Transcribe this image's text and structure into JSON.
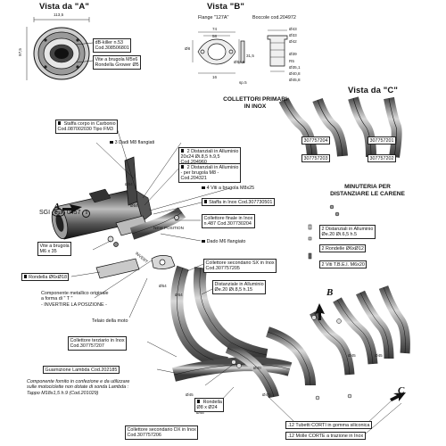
{
  "views": {
    "a_title": "Vista da \"A\"",
    "b_title": "Vista \"B\"",
    "c_title": "Vista da \"C\""
  },
  "view_a": {
    "dim_width": "113,5",
    "dim_height": "97,5",
    "dbkiller": [
      "dB-killer n.53",
      "Cod.308506801"
    ],
    "screw": [
      "Vite a brugola M5x6",
      "Rondella Grower Ø5"
    ]
  },
  "view_b": {
    "flange": "Flange \"127A\"",
    "bush": "Boccole cod.204972",
    "dims": [
      "74",
      "58",
      "16",
      "Ø8",
      "Ø54,5",
      "31,5",
      "sp.5",
      "Ø43",
      "Ø33",
      "Ø42",
      "Ø39",
      "R5",
      "Ø35,1",
      "Ø40,8",
      "Ø45,8"
    ]
  },
  "collectors_head": [
    "COLLETTORI PRIMARI",
    "IN INOX"
  ],
  "collector_codes": [
    "307757204",
    "307757201",
    "307757203",
    "307757202"
  ],
  "minuteria": {
    "head": [
      "MINUTERIA PER",
      "DISTANZIARE LE CARENE"
    ],
    "items": [
      [
        "2 Distanziali in Alluminio",
        "Øe.20  Øi.6,5  h.5"
      ],
      [
        "2 Rondelle Ø6xØ12"
      ],
      [
        "2 Viti T.B.E.I. M6x20"
      ]
    ]
  },
  "labels": {
    "bracket": [
      "Staffa corpo in Carbonio",
      "Cod.087002030  Tipo FM3"
    ],
    "nuts": "3 Dadi M8 flangiati",
    "spacers1": [
      "2 Distanziali in Alluminio",
      "20x24  Øi.8,5  h.9,5",
      "Cod.204960"
    ],
    "spacers2": [
      "2 Distanziali in Alluminio",
      "- per brugola M8 -",
      "Cod.204321"
    ],
    "screws4": "4 Viti a brugola M8x25",
    "steel_bracket": "Staffa in Inox  Cod.307730501",
    "final_collector": [
      "Collettore finale in Inox",
      "n.487   Cod.307730204"
    ],
    "nut_m6": "Dado M6 flangiato",
    "screw_m6": [
      "Vite a brugola",
      "M6 x 35"
    ],
    "washer": "Rondella Ø6xØ18",
    "component_note": [
      "Componente metallico originale",
      "a forma di \" T \"",
      "- INVERTIRE LA POSIZIONE -"
    ],
    "frame": "Telaio della moto",
    "sx_collector": [
      "Collettore secondario SX in Inox",
      "Cod.307757205"
    ],
    "spacer_al": [
      "Distanziale in Alluminio",
      "Øe.20  Øi.8,5  h.15"
    ],
    "tertiary": [
      "Collettore terziario in Inox",
      "Cod.307757207"
    ],
    "lambda_gasket": "Guarnizione Lambda Cod.202185",
    "lambda_note": [
      "Componente fornito in confezione e da utilizzare",
      "sulle motociclette non dotate di sonda Lambda :",
      "Tappo M18x1,5 h.9 (Cod.201029)"
    ],
    "washer824": [
      "Rondella",
      "Ø8 x Ø24"
    ],
    "dx_collector": [
      "Collettore secondario DX in Inox",
      "Cod.307757206"
    ],
    "tubes": ".12 Tubetti CORTI in gomma siliconica",
    "springs": ".12 Molle CORTE a trazione in Inox",
    "new_position": "NEW POSITION",
    "invert": "INVERT"
  },
  "homologation": {
    "prefix": "SGI",
    "e": "e",
    "country": "13",
    "number": "0457",
    "suffix": "9"
  },
  "view_arrows": [
    "A",
    "B",
    "C"
  ],
  "part_dims": [
    "Ø54",
    "Ø54",
    "Ø54",
    "Ø54",
    "Ø40",
    "Ø40",
    "Ø45",
    "Ø45",
    "Ø45",
    "Ø45"
  ],
  "pipe_color": "#6e6e6e",
  "line_color": "#111111"
}
